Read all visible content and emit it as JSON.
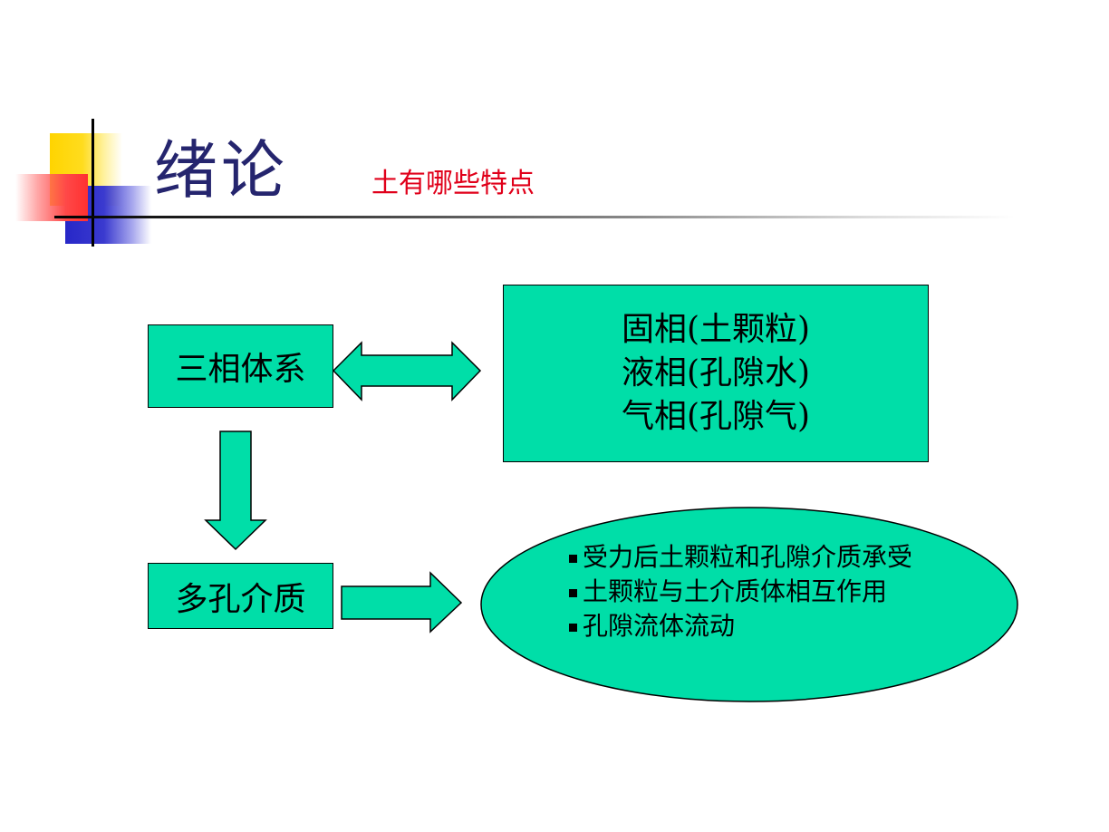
{
  "header": {
    "title": "绪论",
    "subtitle": "土有哪些特点"
  },
  "diagram": {
    "node_three_phase": "三相体系",
    "node_porous_medium": "多孔介质",
    "phases": [
      "固相(土颗粒)",
      "液相(孔隙水)",
      "气相(孔隙气)"
    ],
    "properties": [
      "受力后土颗粒和孔隙介质承受",
      "土颗粒与土介质体相互作用",
      "孔隙流体流动"
    ]
  },
  "colors": {
    "shape_fill": "#00dea8",
    "title": "#25256e",
    "subtitle": "#e0001a"
  }
}
